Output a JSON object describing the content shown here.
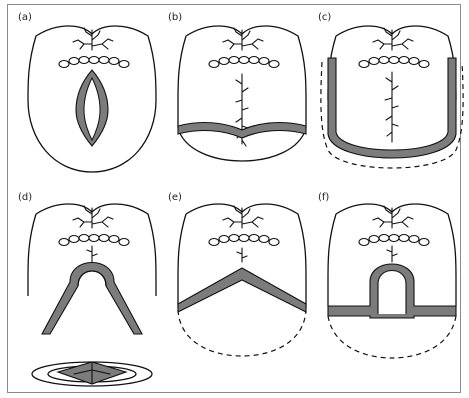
{
  "panels": [
    {
      "label": "(a)"
    },
    {
      "label": "(b)"
    },
    {
      "label": "(c)"
    },
    {
      "label": "(d)"
    },
    {
      "label": "(e)"
    },
    {
      "label": "(f)"
    }
  ],
  "colors": {
    "outline": "#111111",
    "shaded": "#7c7c7c",
    "frame": "#8a8a8a",
    "background": "#ffffff"
  }
}
